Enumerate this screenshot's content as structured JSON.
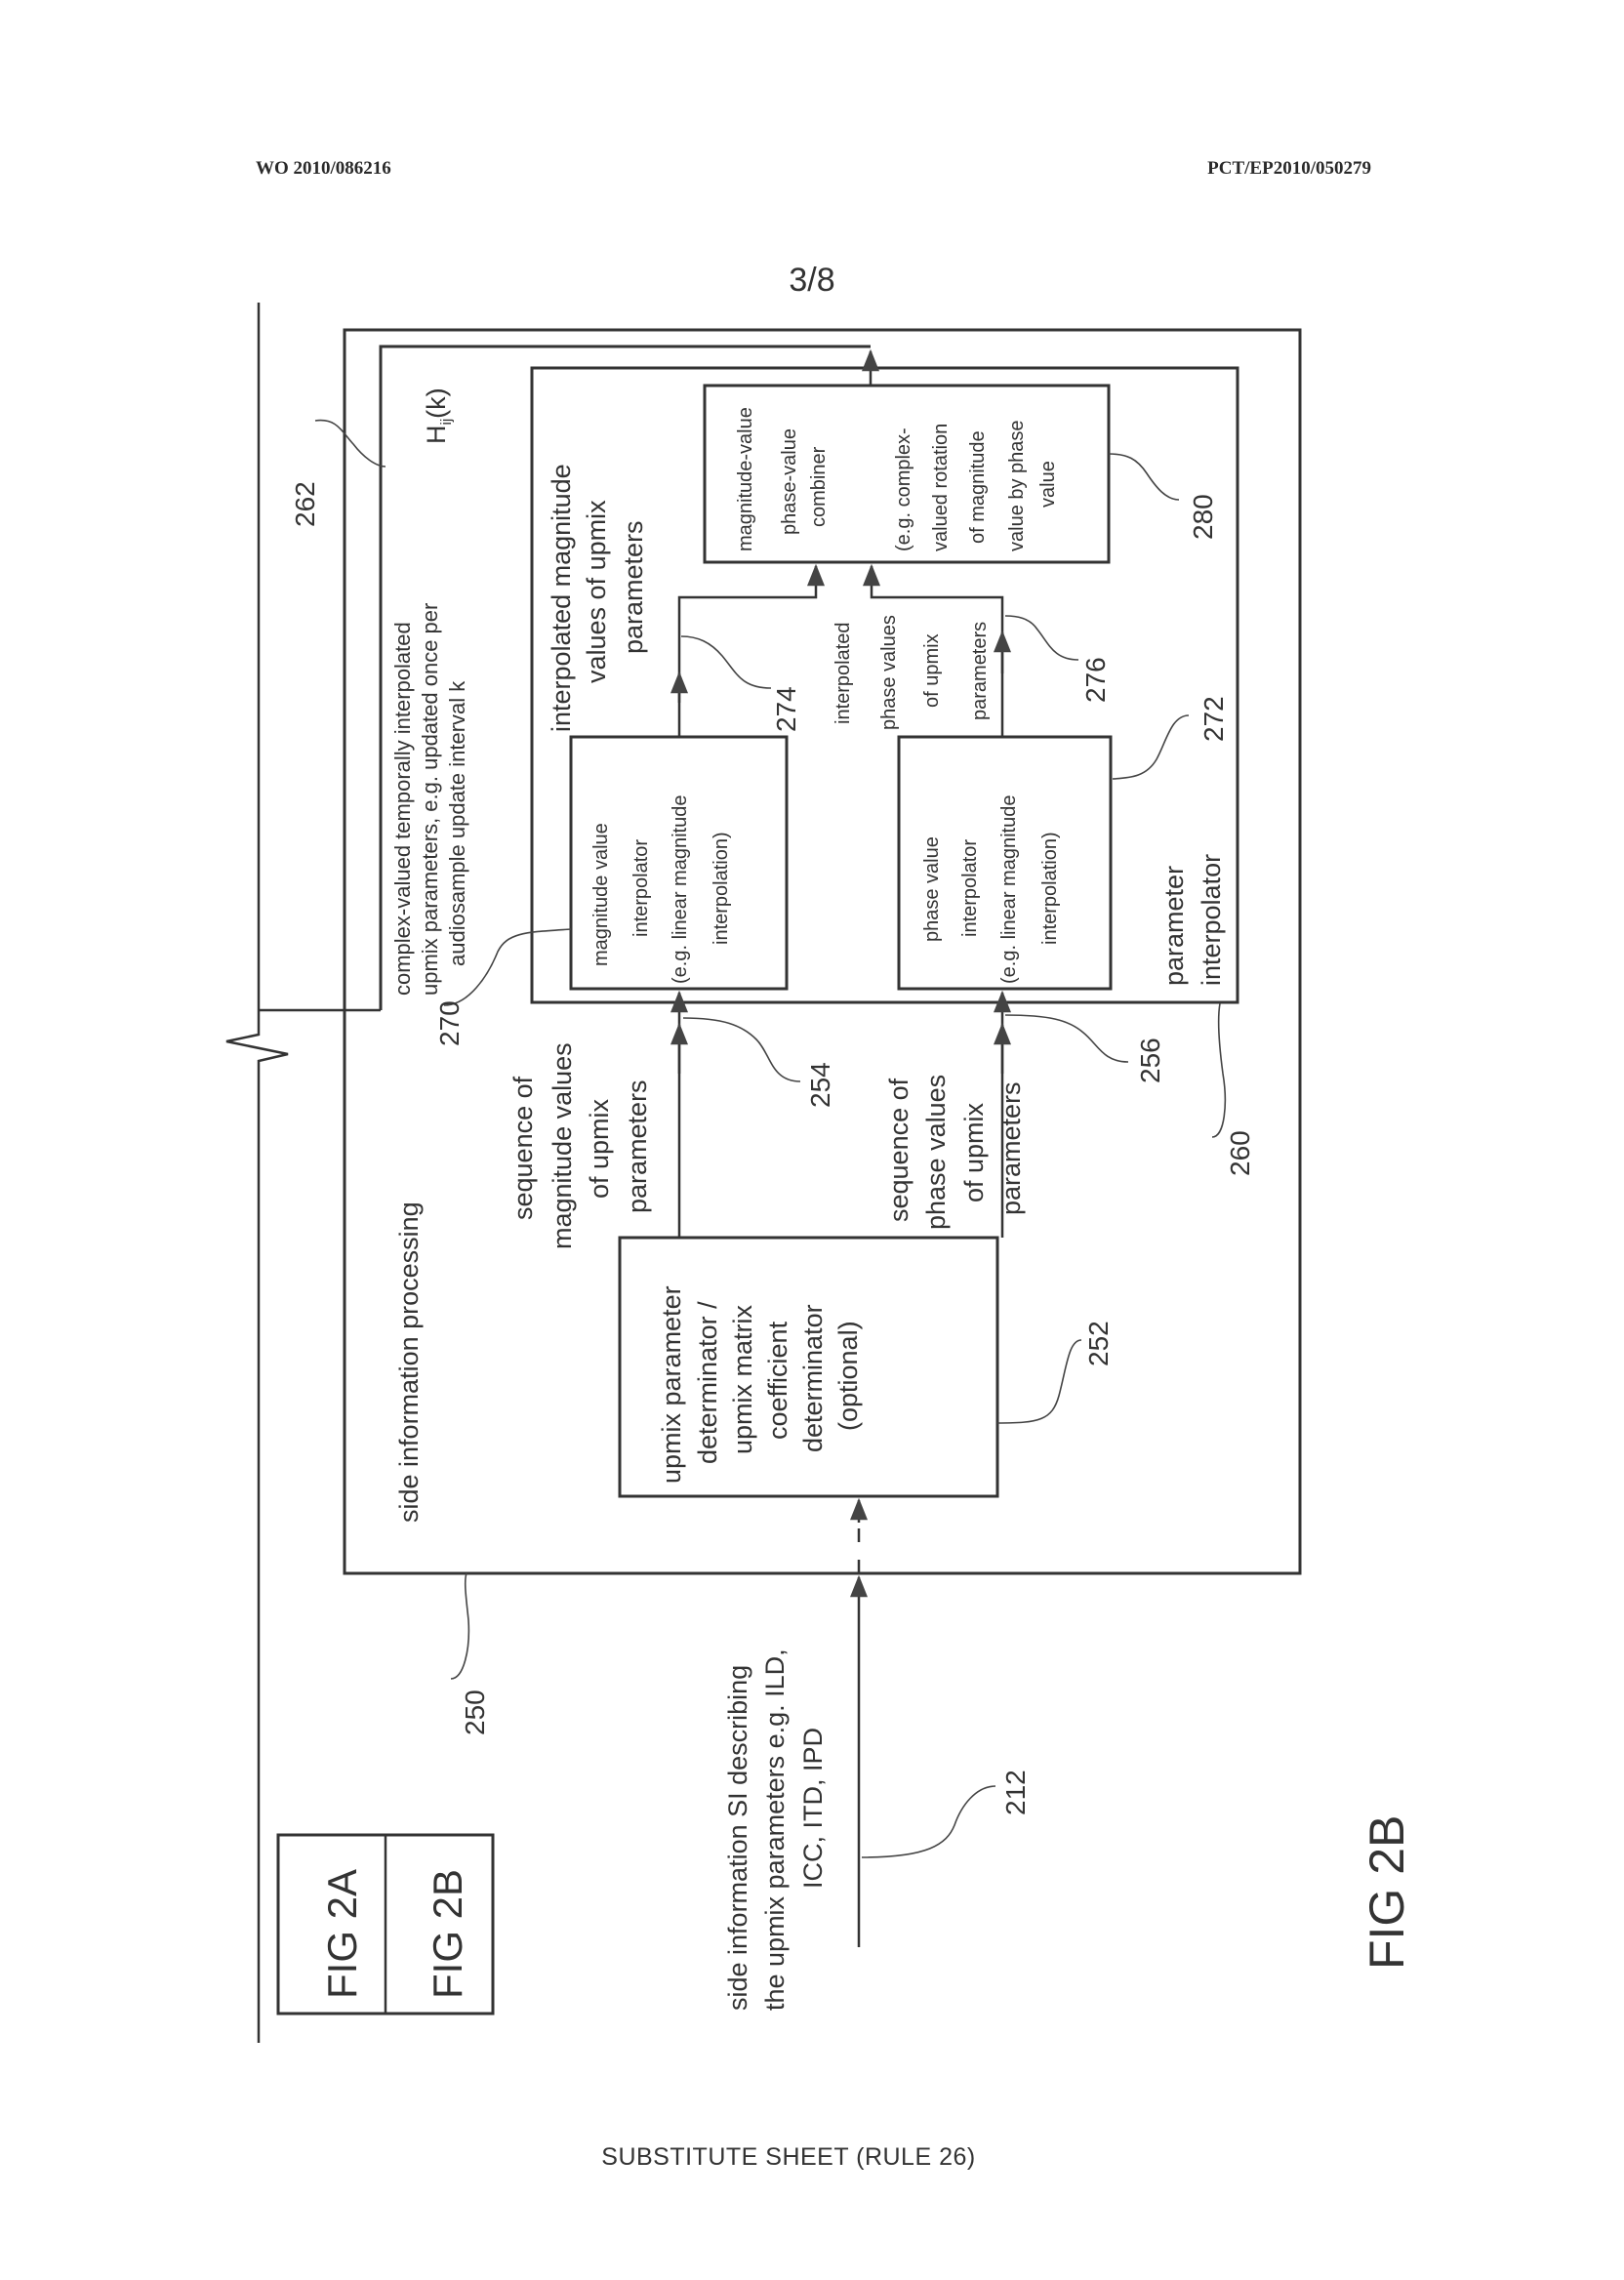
{
  "header": {
    "publication_number": "WO 2010/086216",
    "application_number": "PCT/EP2010/050279",
    "sheet_number": "3/8"
  },
  "figure_key": {
    "top": "FIG 2A",
    "bottom": "FIG 2B"
  },
  "figure_caption": "FIG 2B",
  "footer": "SUBSTITUTE SHEET (RULE 26)",
  "blocks": {
    "side_info_processing": {
      "ref": "250",
      "label": [
        "side information processing"
      ]
    },
    "upmix_param_determinator": {
      "ref": "252",
      "label": [
        "upmix parameter",
        "determinator /",
        "upmix matrix",
        "coefficient",
        "determinator",
        "(optional)"
      ]
    },
    "parameter_interpolator": {
      "ref": "260",
      "label": [
        "parameter",
        "interpolator"
      ]
    },
    "output_box": {
      "ref": "262",
      "label": [
        "complex-valued temporally interpolated",
        "upmix parameters, e.g. updated once per",
        "audiosample update interval k"
      ],
      "symbol": "H",
      "symbol_subscript": "ij",
      "symbol_argument": "(k)"
    },
    "magnitude_interpolator": {
      "ref": "270",
      "label": [
        "magnitude value",
        "interpolator",
        "(e.g. linear magnitude",
        "interpolation)"
      ]
    },
    "phase_interpolator": {
      "ref": "272",
      "label": [
        "phase value",
        "interpolator",
        "(e.g. linear magnitude",
        "interpolation)"
      ]
    },
    "combiner": {
      "ref": "280",
      "label": [
        "magnitude-value",
        "phase-value",
        "combiner",
        "(e.g. complex-",
        "valued rotation",
        "of magnitude",
        "value by phase",
        "value"
      ]
    }
  },
  "signals": {
    "side_info_input": {
      "ref": "212",
      "label": [
        "side information SI describing",
        "the upmix parameters e.g. ILD,",
        "ICC, ITD, IPD"
      ]
    },
    "magnitude_sequence": {
      "ref": "254",
      "label": [
        "sequence of",
        "magnitude values",
        "of upmix",
        "parameters"
      ]
    },
    "phase_sequence": {
      "ref": "256",
      "label": [
        "sequence of",
        "phase values",
        "of upmix",
        "parameters"
      ]
    },
    "interp_magnitude": {
      "ref": "274",
      "label": [
        "interpolated magnitude",
        "values of upmix",
        "parameters"
      ]
    },
    "interp_phase": {
      "ref": "276",
      "label": [
        "interpolated",
        "phase values",
        "of upmix",
        "parameters"
      ]
    }
  }
}
